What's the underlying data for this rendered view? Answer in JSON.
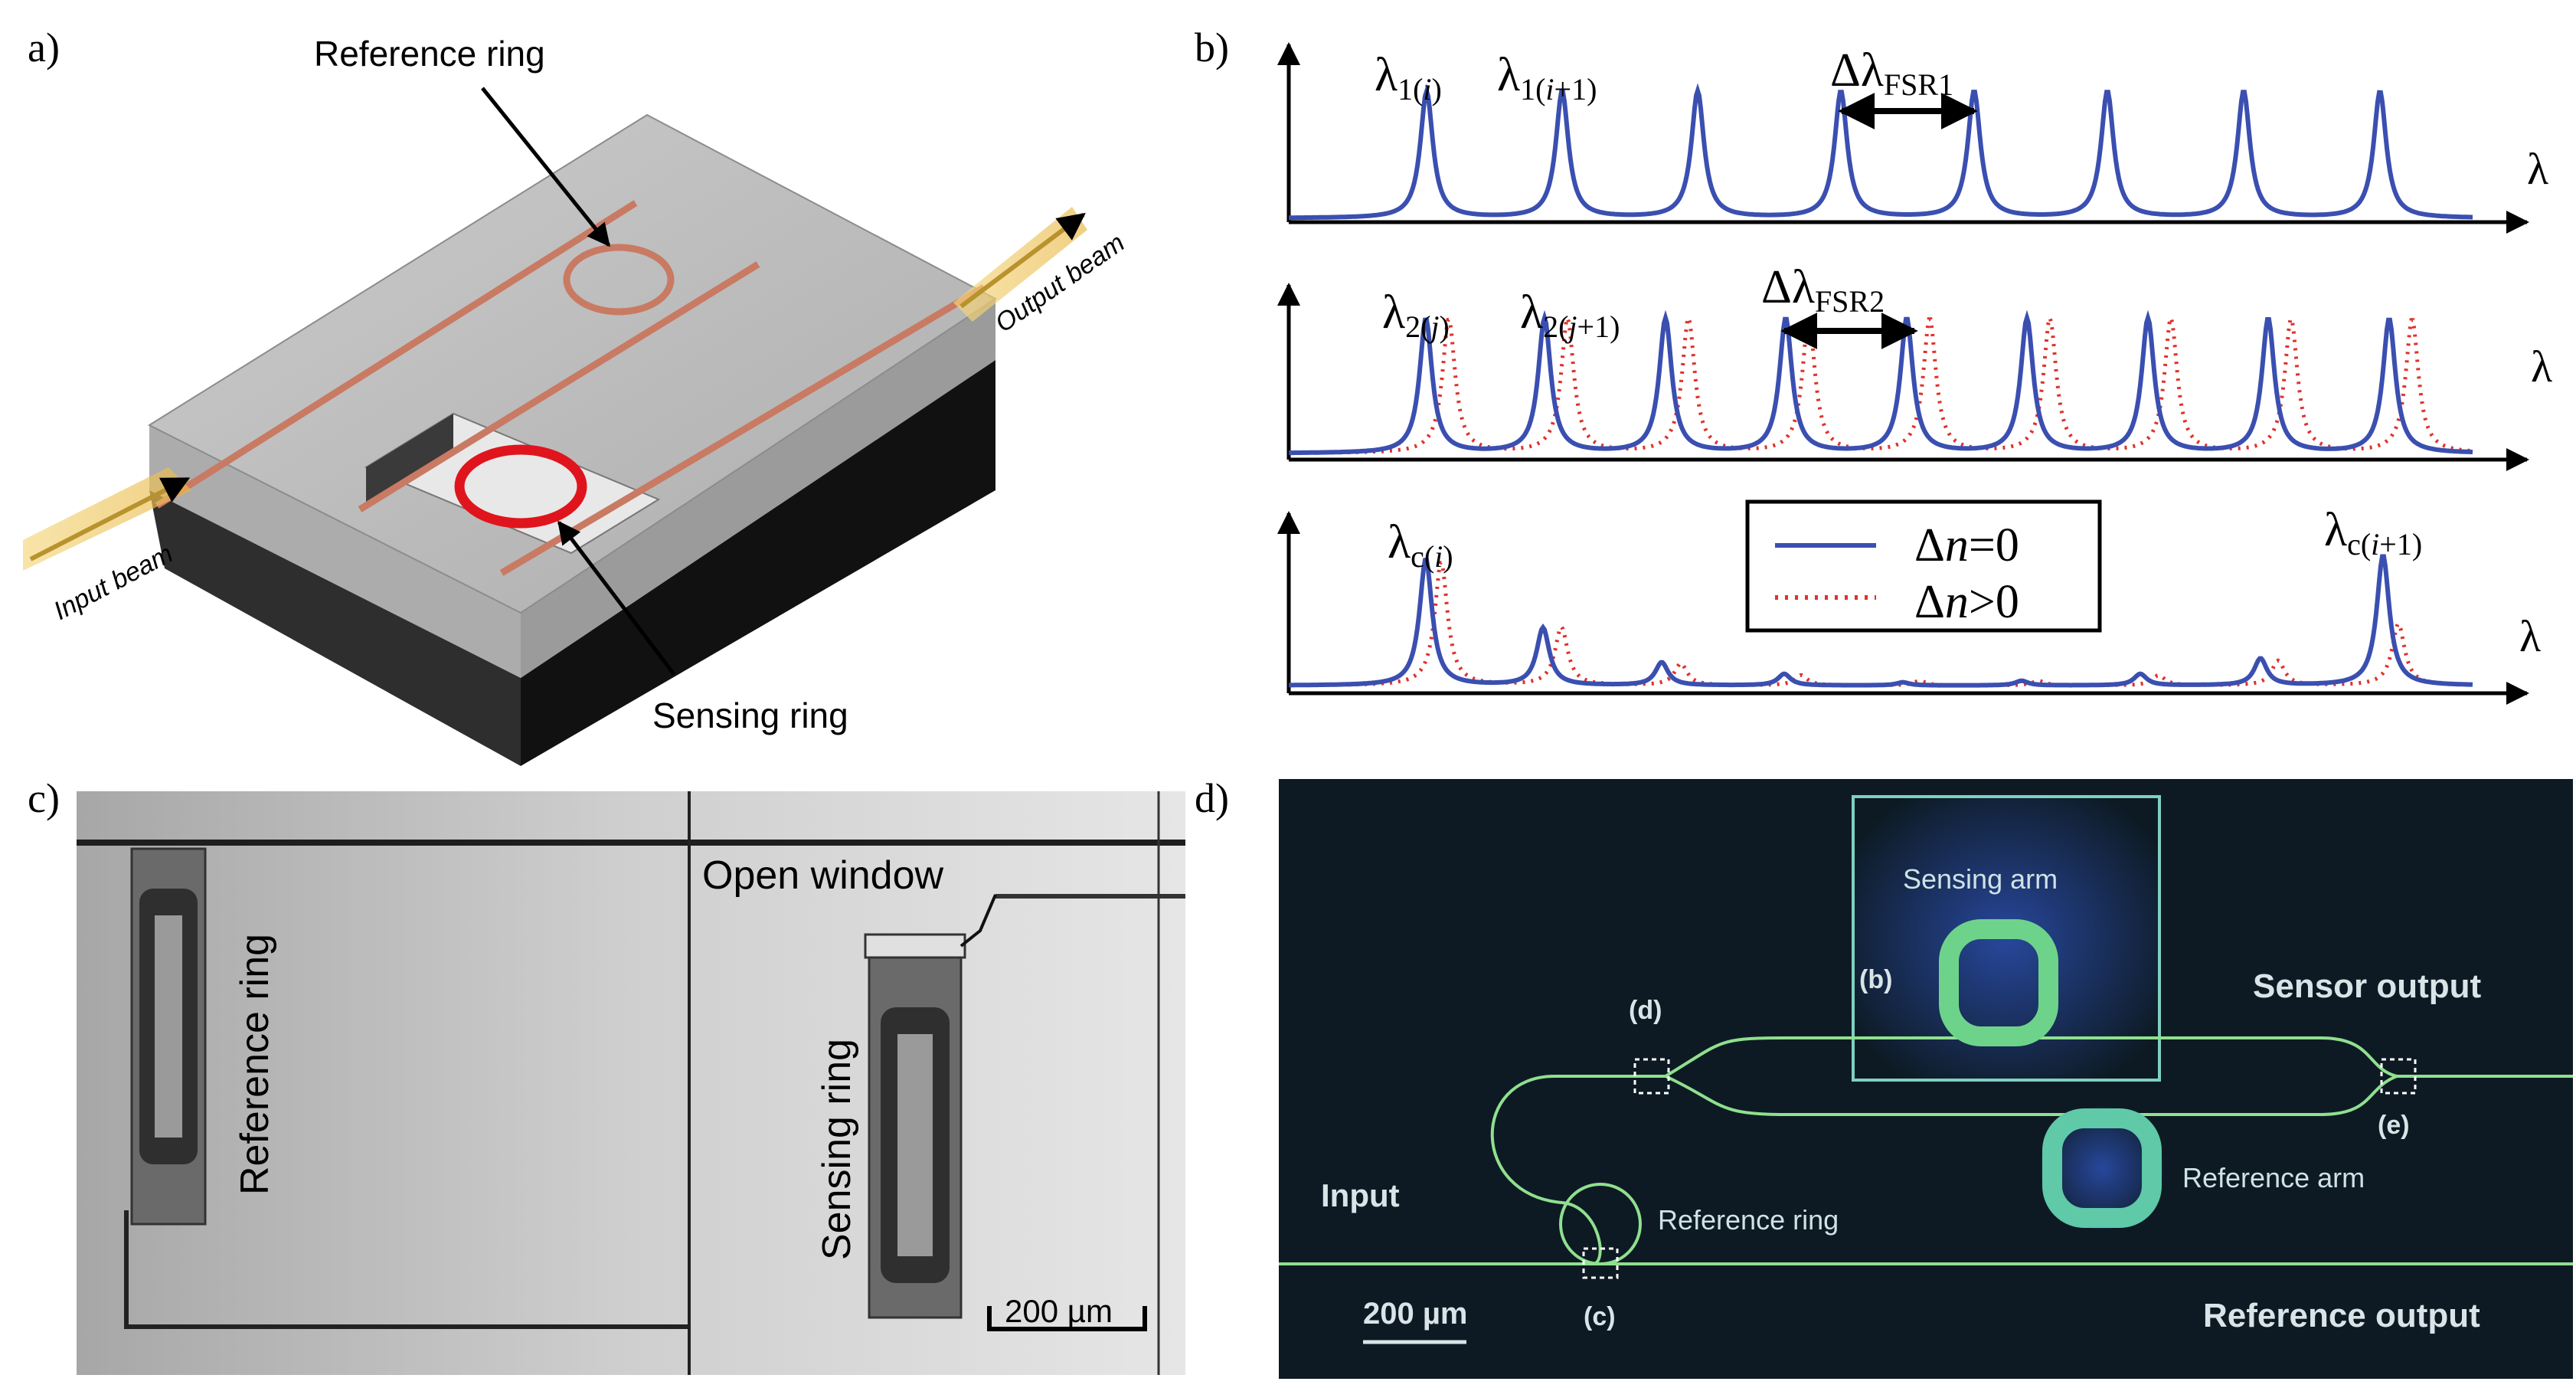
{
  "panels": {
    "a": {
      "label": "a)",
      "reference_ring": "Reference ring",
      "sensing_ring": "Sensing ring",
      "input_beam": "Input beam",
      "output_beam": "Output beam"
    },
    "b": {
      "label": "b)",
      "axis_symbol": "λ",
      "row1": {
        "peak_i_base": "λ",
        "peak_i_sub": "1(",
        "peak_i_idx": "i",
        "peak_i_close": ")",
        "peak_i1_base": "λ",
        "peak_i1_sub": "1(",
        "peak_i1_idx": "i",
        "peak_i1_rest": "+1)",
        "fsr_base": "Δλ",
        "fsr_sub": "FSR1"
      },
      "row2": {
        "peak_j_base": "λ",
        "peak_j_sub": "2(",
        "peak_j_idx": "j",
        "peak_j_close": ")",
        "peak_j1_base": "λ",
        "peak_j1_sub": "2(",
        "peak_j1_idx": "j",
        "peak_j1_rest": "+1)",
        "fsr_base": "Δλ",
        "fsr_sub": "FSR2"
      },
      "row3": {
        "peak_c_base": "λ",
        "peak_c_sub": "c(",
        "peak_c_idx": "i",
        "peak_c_close": ")",
        "peak_c1_base": "λ",
        "peak_c1_sub": "c(",
        "peak_c1_idx": "i",
        "peak_c1_rest": "+1)"
      },
      "legend": {
        "solid_prefix": "Δ",
        "solid_var": "n",
        "solid_rest": "=0",
        "dotted_prefix": "Δ",
        "dotted_var": "n",
        "dotted_rest": ">0"
      }
    },
    "c": {
      "label": "c)",
      "reference_ring": "Reference ring",
      "sensing_ring": "Sensing ring",
      "open_window": "Open window",
      "scale": "200 µm"
    },
    "d": {
      "label": "d)",
      "sensing_arm": "Sensing arm",
      "reference_arm": "Reference arm",
      "reference_ring": "Reference ring",
      "sensor_output": "Sensor output",
      "reference_output": "Reference output",
      "input": "Input",
      "scale": "200 µm",
      "marker_b": "(b)",
      "marker_c": "(c)",
      "marker_d": "(d)",
      "marker_e": "(e)"
    }
  },
  "colors": {
    "solid_trace": "#3a4fb0",
    "dotted_trace": "#e0322b",
    "waveguide_a": "#c97a63",
    "sensing_ring_a": "#e0141c",
    "beam": "#e9b94a",
    "panel_d_bg": "#0d1a23",
    "panel_d_guide": "#8fe08f"
  }
}
